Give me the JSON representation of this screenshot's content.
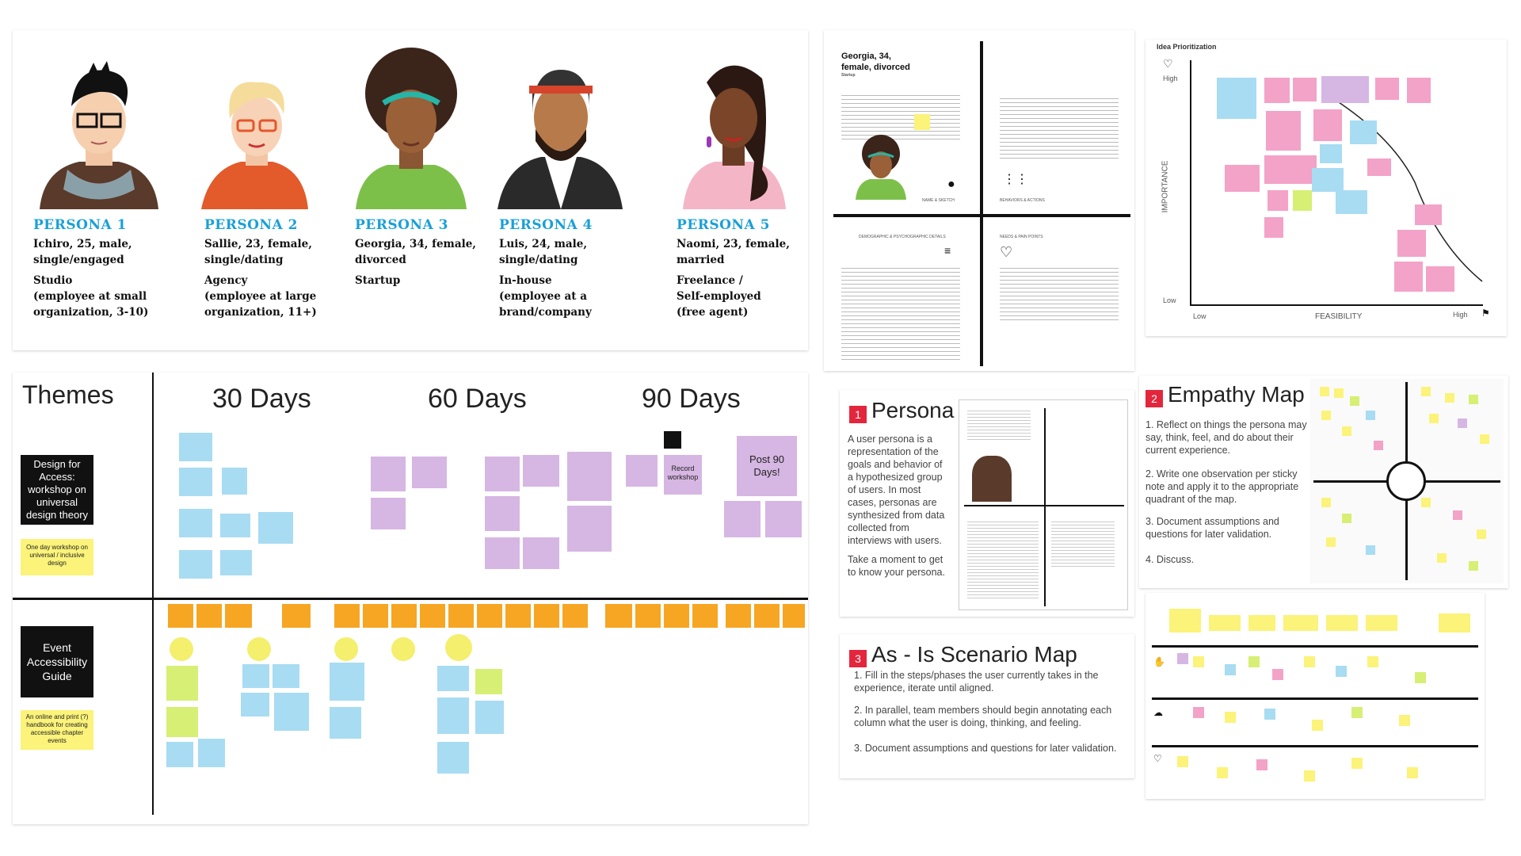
{
  "personas": [
    {
      "title": "PERSONA 1",
      "line1": "Ichiro, 25, male,",
      "line2": "single/engaged",
      "line3": "Studio",
      "line4": "(employee at small",
      "line5": "organization, 3-10)"
    },
    {
      "title": "PERSONA 2",
      "line1": "Sallie, 23, female,",
      "line2": "single/dating",
      "line3": "Agency",
      "line4": "(employee at large",
      "line5": "organization, 11+)"
    },
    {
      "title": "PERSONA 3",
      "line1": "Georgia, 34, female,",
      "line2": "divorced",
      "line3": "Startup",
      "line4": "",
      "line5": ""
    },
    {
      "title": "PERSONA 4",
      "line1": "Luis, 24, male,",
      "line2": "single/dating",
      "line3": "In-house",
      "line4": "(employee at a",
      "line5": "brand/company"
    },
    {
      "title": "PERSONA 5",
      "line1": "Naomi, 23, female,",
      "line2": "married",
      "line3": "Freelance /",
      "line4": "Self-employed",
      "line5": "(free agent)"
    }
  ],
  "georgia": {
    "name": "Georgia, 34,",
    "name2": "female, divorced",
    "role": "Startup",
    "q1": "NAME & SKETCH",
    "q2": "BEHAVIORS & ACTIONS",
    "q3": "DEMOGRAPHIC & PSYCHOGRAPHIC DETAILS",
    "q4": "NEEDS & PAIN POINTS"
  },
  "prioritization": {
    "title": "Idea Prioritization",
    "y_high": "High",
    "y_low": "Low",
    "y_label": "IMPORTANCE",
    "x_low": "Low",
    "x_high": "High",
    "x_label": "FEASIBILITY"
  },
  "roadmap": {
    "themes": "Themes",
    "d30": "30 Days",
    "d60": "60 Days",
    "d90": "90 Days",
    "theme1": "Design for Access: workshop on universal design theory",
    "theme1_note": "One day workshop on universal / inclusive design",
    "theme2": "Event Accessibility Guide",
    "theme2_note": "An online and print (?) handbook for creating accessible chapter events",
    "post90": "Post 90 Days!",
    "record": "Record workshop"
  },
  "persona_card": {
    "title": "Persona",
    "num": "1",
    "desc": "A user persona is a representation of the goals and behavior of a hypothesized group of users. In most cases, personas are synthesized from data collected from interviews with users.",
    "desc2": "Take a moment to get to know your persona."
  },
  "empathy": {
    "num": "2",
    "title": "Empathy Map",
    "s1": "1. Reflect on things the persona may say, think, feel, and do about their current experience.",
    "s2": "2. Write one observation per sticky note and apply it to the appropriate quadrant of the map.",
    "s3": "3. Document assumptions and questions for later validation.",
    "s4": "4. Discuss."
  },
  "scenario": {
    "num": "3",
    "title": "As - Is Scenario Map",
    "s1": "1. Fill in the steps/phases the user currently takes in the experience, iterate until aligned.",
    "s2": "2. In parallel, team members should begin annotating each column what the user is doing, thinking, and feeling.",
    "s3": "3. Document assumptions and questions for later validation."
  },
  "colors": {
    "accent": "#1aa0d8",
    "red": "#e4263c",
    "yellow": "#fbf37a",
    "purple": "#d6b6e3",
    "orange": "#f6a623"
  }
}
